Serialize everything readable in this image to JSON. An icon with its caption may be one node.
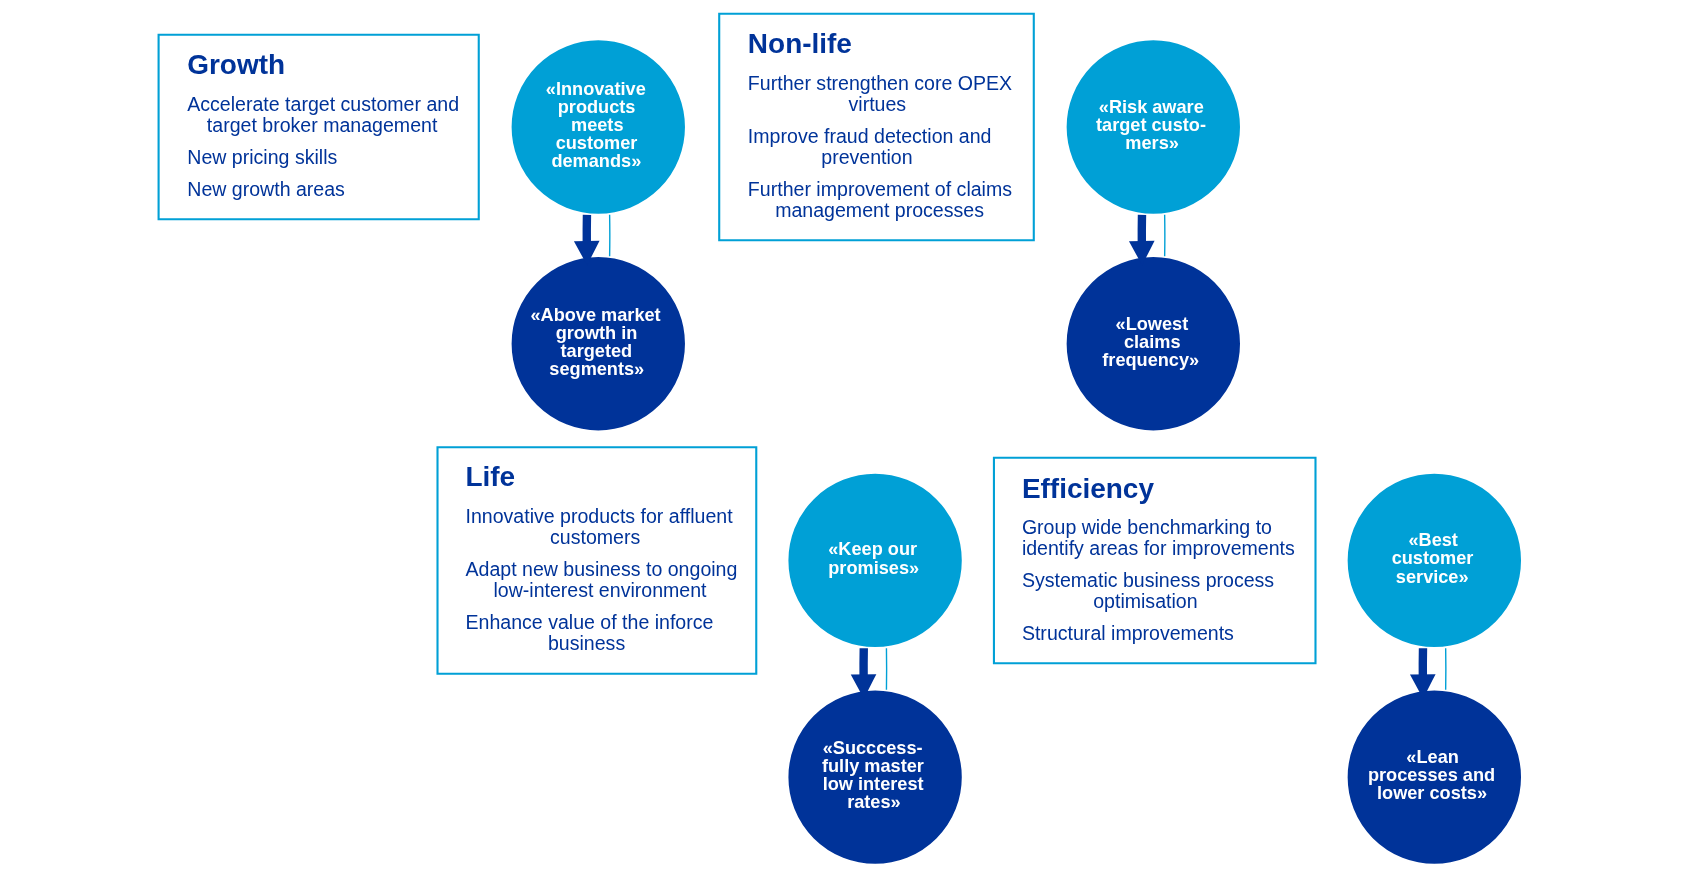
{
  "diagram": {
    "nodes": [
      {
        "text": [
          "Growth",
          "Accelerate target customer and target broker management",
          "New pricing skills",
          "New growth areas"
        ]
      },
      {
        "text": [
          "«Innovative products meets customer demands»"
        ]
      },
      {
        "text": [
          "«Above market growth in targeted segments»"
        ]
      },
      {
        "text": [
          "Non-life",
          "Further strengthen core OPEX virtues",
          "Improve fraud detection and prevention",
          "Further improvement of claims management processes"
        ]
      },
      {
        "text": [
          "«Risk aware target custo- mers»"
        ]
      },
      {
        "text": [
          "«Lowest claims frequency»"
        ]
      },
      {
        "text": [
          "Life",
          "Innovative products for affluent customers",
          "Adapt new business to ongoing low-interest environment",
          "Enhance value of the inforce business"
        ]
      },
      {
        "text": [
          "«Keep our promises»"
        ]
      },
      {
        "text": [
          "«Succcess- fully master low interest rates»"
        ]
      },
      {
        "text": [
          "Efficiency",
          "Group wide benchmarking to identify areas for improvements",
          "Systematic business process optimisation",
          "Structural improvements"
        ]
      },
      {
        "text": [
          "«Best customer service»"
        ]
      },
      {
        "text": [
          "«Lean processes and lower costs»"
        ]
      }
    ],
    "edges": [
      {
        "from": 1,
        "to": 2,
        "arrow": "to",
        "style": "thick",
        "color": "#003399"
      },
      {
        "from": 1,
        "to": 2,
        "arrow": "none",
        "color": "#00a0d6"
      },
      {
        "from": 4,
        "to": 5,
        "arrow": "to",
        "style": "thick",
        "color": "#003399"
      },
      {
        "from": 4,
        "to": 5,
        "arrow": "none",
        "color": "#00a0d6"
      },
      {
        "from": 7,
        "to": 8,
        "arrow": "to",
        "style": "thick",
        "color": "#003399"
      },
      {
        "from": 7,
        "to": 8,
        "arrow": "none",
        "color": "#00a0d6"
      },
      {
        "from": 10,
        "to": 11,
        "arrow": "to",
        "style": "thick",
        "color": "#003399"
      },
      {
        "from": 10,
        "to": 11,
        "arrow": "none",
        "color": "#00a0d6"
      }
    ]
  }
}
